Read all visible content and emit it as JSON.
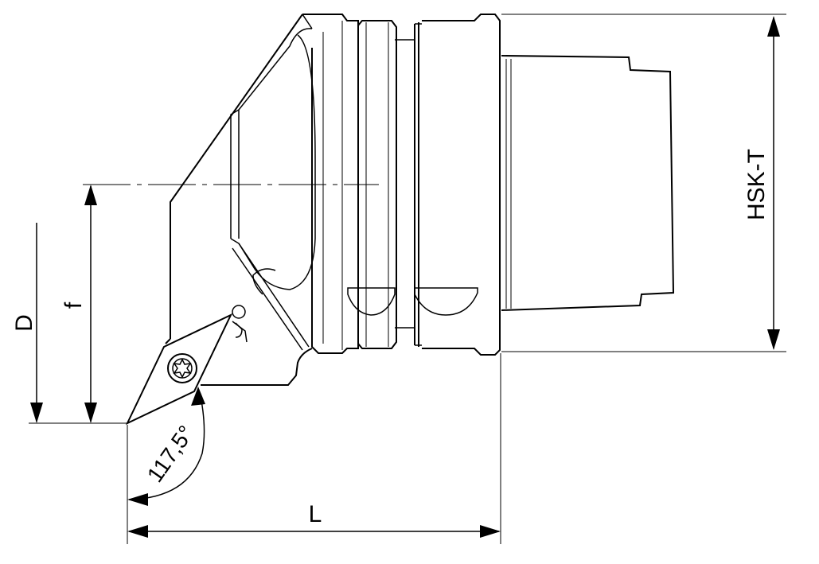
{
  "labels": {
    "hsk": "HSK-T",
    "d": "D",
    "f": "f",
    "l": "L",
    "angle": "117,5°"
  },
  "colors": {
    "line": "#000000",
    "background": "#ffffff"
  },
  "icons": {
    "insert_screw": "torx-screw-icon"
  }
}
